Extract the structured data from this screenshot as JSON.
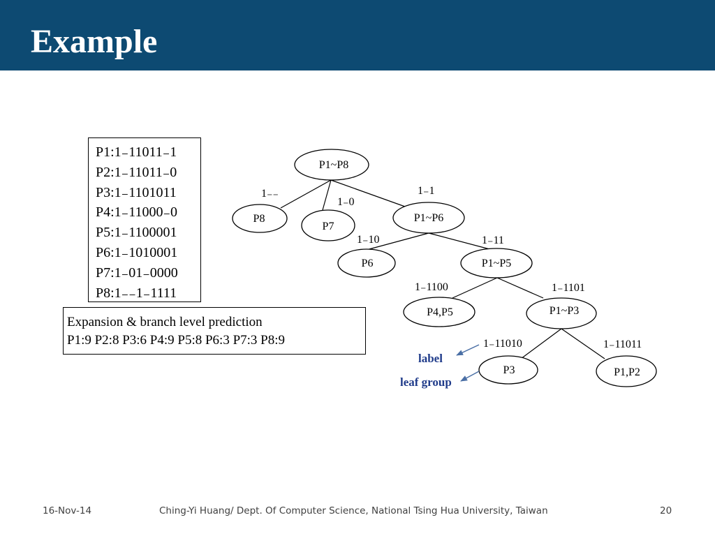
{
  "slide": {
    "title": "Example"
  },
  "patterns": [
    "P1:1₋11011₋1",
    "P2:1₋11011₋0",
    "P3:1₋1101011",
    "P4:1₋11000₋0",
    "P5:1₋1100001",
    "P6:1₋1010001",
    "P7:1₋01₋0000",
    "P8:1₋₋1₋1111"
  ],
  "prediction": {
    "heading": "Expansion & branch level prediction",
    "values": "P1:9  P2:8  P3:6  P4:9  P5:8  P6:3  P7:3  P8:9"
  },
  "tree": {
    "nodes": {
      "root": "P1~P8",
      "p8": "P8",
      "p7": "P7",
      "p1p6": "P1~P6",
      "p6": "P6",
      "p1p5": "P1~P5",
      "p4p5": "P4,P5",
      "p1p3": "P1~P3",
      "p3": "P3",
      "p1p2": "P1,P2"
    },
    "edge_labels": {
      "to_p8": "1₋₋",
      "to_p7": "1₋0",
      "to_p1p6": "1₋1",
      "to_p6": "1₋10",
      "to_p1p5": "1₋11",
      "to_p4p5": "1₋1100",
      "to_p1p3": "1₋1101",
      "to_p3": "1₋11010",
      "to_p1p2": "1₋11011"
    }
  },
  "legend": {
    "label": "label",
    "leaf_group": "leaf group",
    "color": "#1f3b8a"
  },
  "footer": {
    "date": "16-Nov-14",
    "author": "Ching-Yi Huang/ Dept. Of Computer Science, National Tsing Hua University, Taiwan",
    "page_number": "20"
  }
}
